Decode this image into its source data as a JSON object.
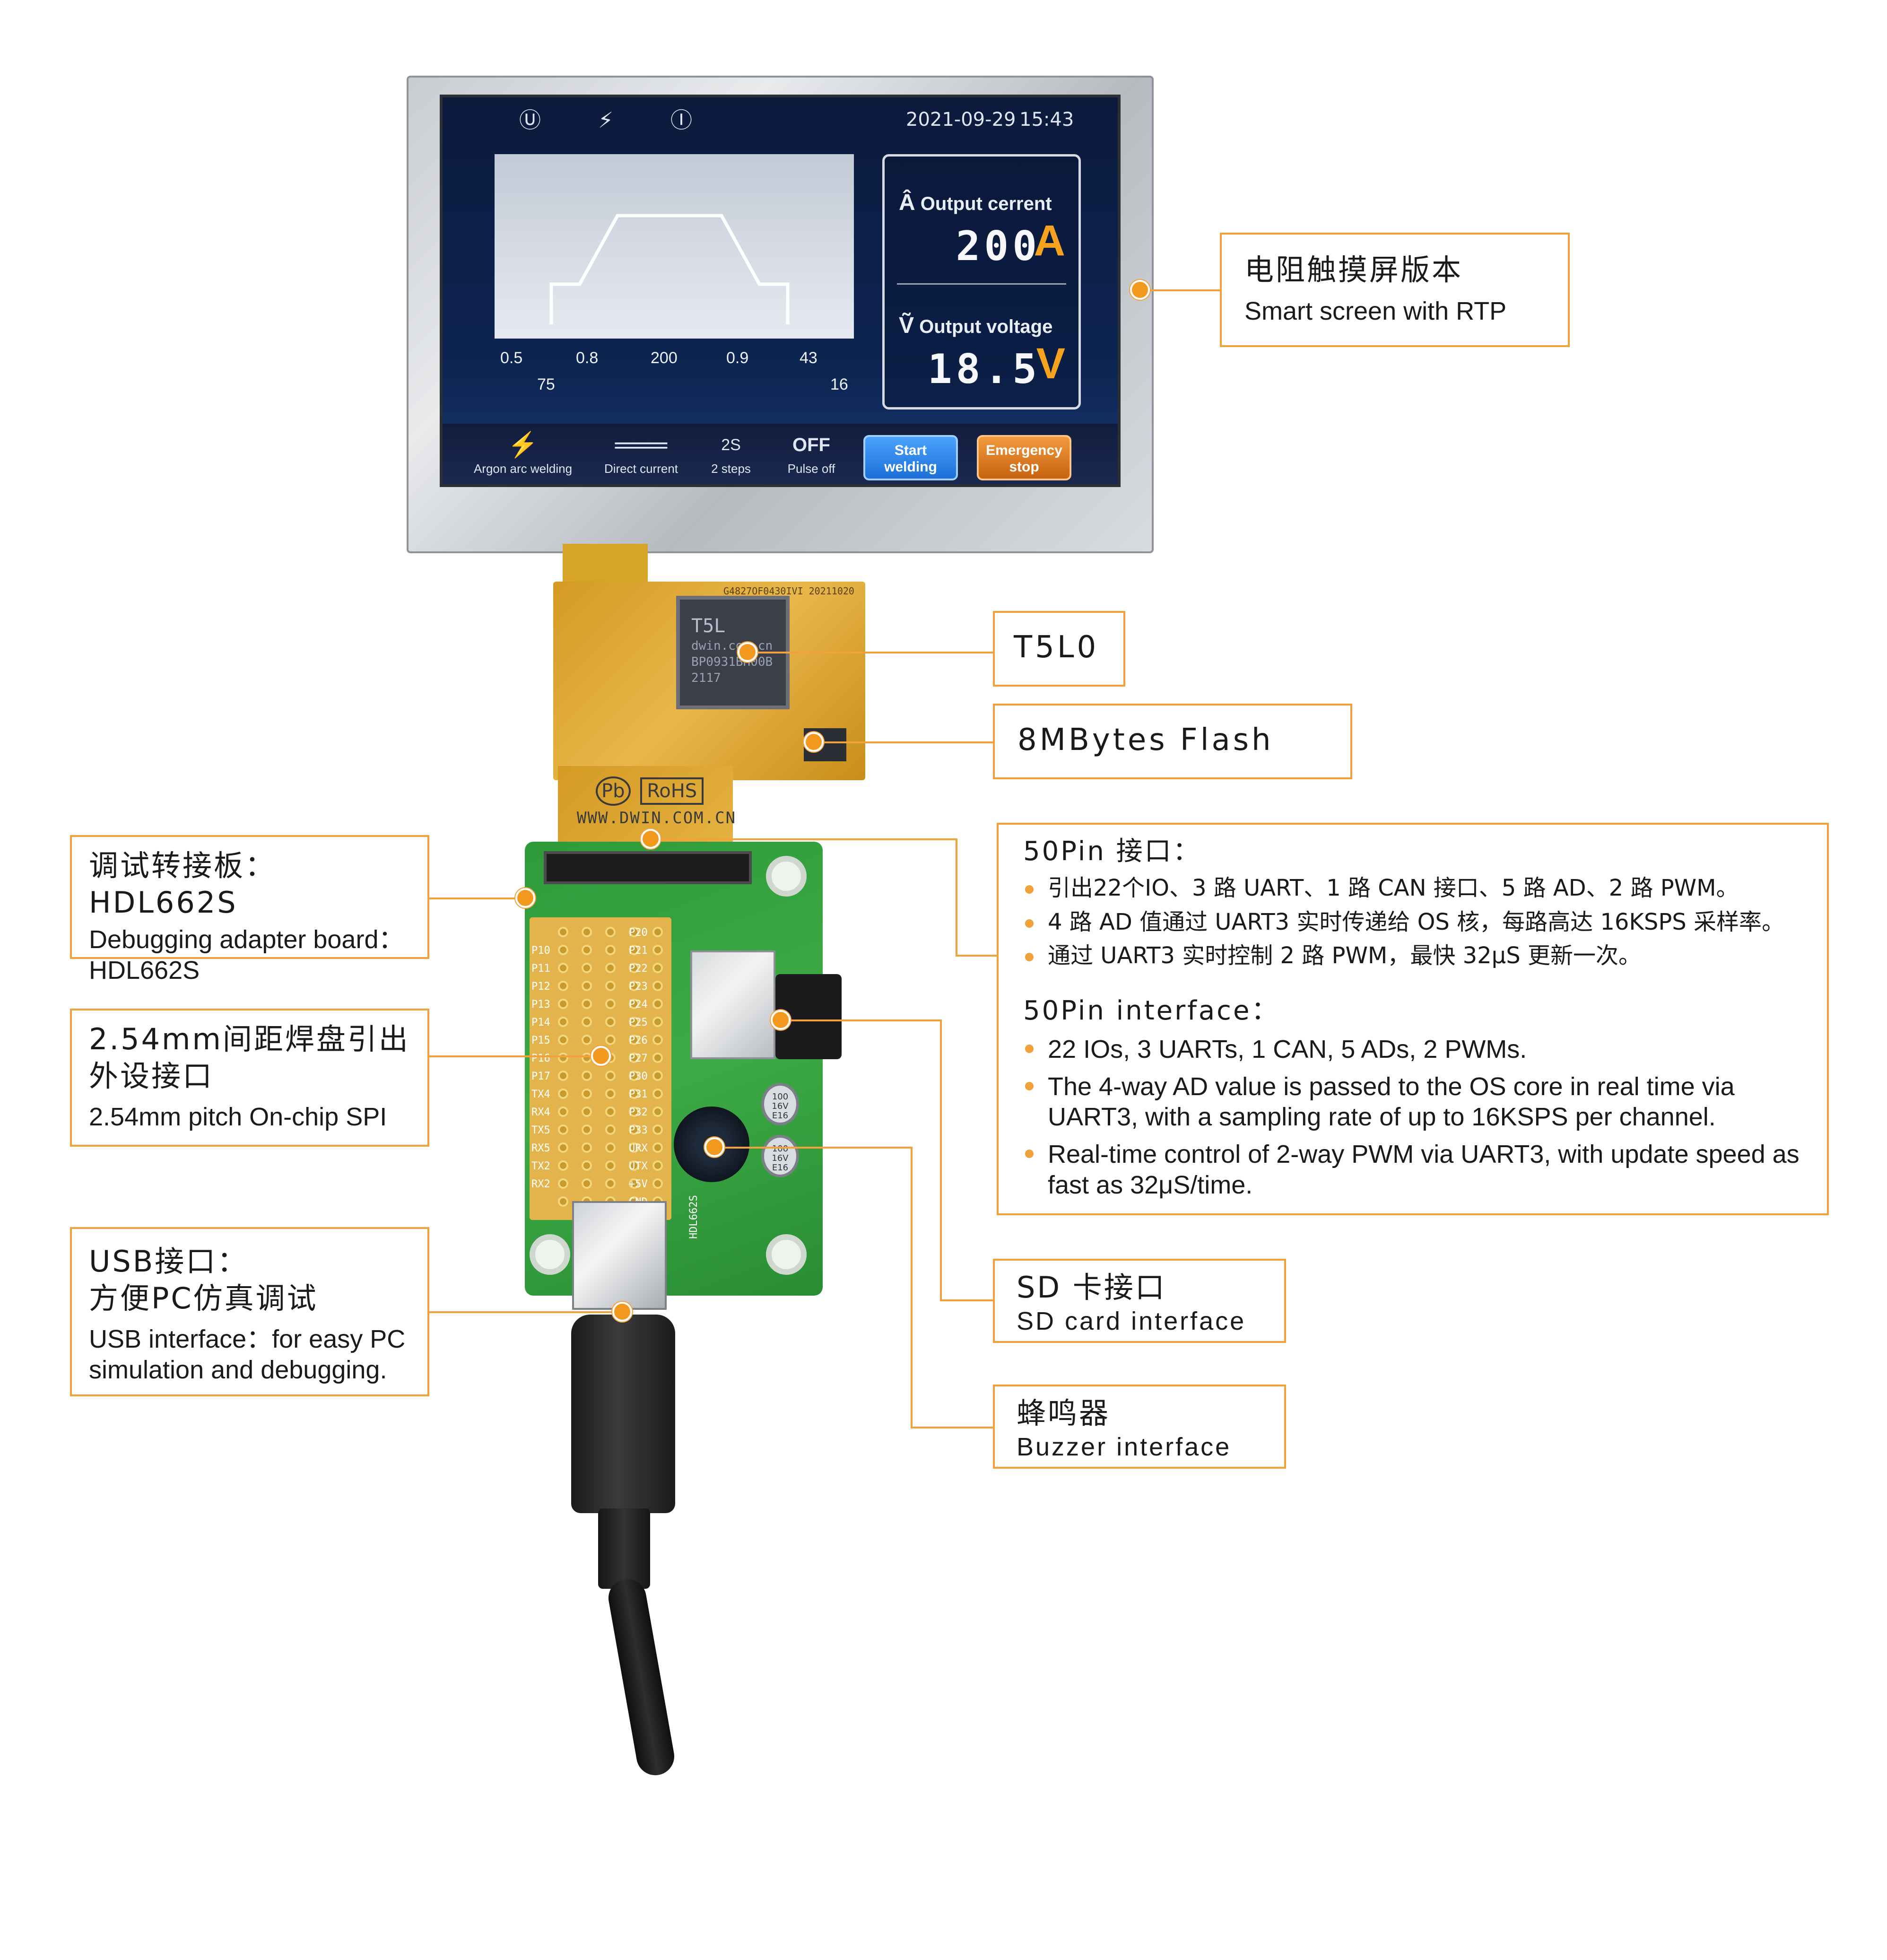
{
  "screen": {
    "date": "2021-09-29",
    "time": "15:43",
    "status_icons": [
      "voltage-icon",
      "wire-feed-icon",
      "current-icon"
    ],
    "wave_labels_top": [
      "0.5",
      "0.8",
      "200",
      "0.9",
      "43"
    ],
    "wave_labels_bottom": [
      "75",
      "16"
    ],
    "output_current_label": "Output cerrent",
    "output_current_value": "200",
    "output_current_unit": "A",
    "output_voltage_label": "Output voltage",
    "output_voltage_value": "18.5",
    "output_voltage_unit": "V",
    "toolbar": {
      "argon_label": "Argon arc welding",
      "direct_label": "Direct current",
      "steps_glyph": "2S",
      "steps_label": "2 steps",
      "pulse_glyph": "OFF",
      "pulse_label": "Pulse off",
      "start_label_1": "Start",
      "start_label_2": "welding",
      "stop_label_1": "Emergency",
      "stop_label_2": "stop"
    }
  },
  "pcb": {
    "chip_marking": [
      "T5L",
      "dwin.com.cn",
      "BP0931BH00B",
      "2117"
    ],
    "fpc_code": "G4827OF0430IVI  20211020",
    "rohs": "RoHS",
    "pb": "Pb",
    "website": "WWW.DWIN.COM.CN",
    "pin_labels_left": [
      "P10",
      "P11",
      "P12",
      "P13",
      "P14",
      "P15",
      "P16",
      "P17",
      "TX4",
      "RX4",
      "TX5",
      "RX5",
      "TX2",
      "RX2"
    ],
    "pin_labels_right": [
      "P20",
      "P21",
      "P22",
      "P23",
      "P24",
      "P25",
      "P26",
      "P27",
      "P30",
      "P31",
      "P32",
      "P33",
      "URX",
      "UTX",
      "+5V",
      "GND"
    ],
    "board_name": "HDL662S",
    "cap_marking": [
      "100",
      "16V",
      "E16"
    ]
  },
  "callouts": {
    "rtp": {
      "zh": "电阻触摸屏版本",
      "en": "Smart screen with RTP"
    },
    "t5l0": {
      "title": "T5L0"
    },
    "flash": {
      "title": "8MBytes Flash"
    },
    "pin50": {
      "zh_title": "50Pin 接口：",
      "zh_items": [
        "引出22个IO、3 路 UART、1 路 CAN 接口、5 路 AD、2 路 PWM。",
        "4 路 AD 值通过 UART3 实时传递给 OS 核，每路高达 16KSPS 采样率。",
        "通过 UART3 实时控制 2 路 PWM，最快 32μS 更新一次。"
      ],
      "en_title": "50Pin interface：",
      "en_items": [
        "22 IOs, 3 UARTs, 1 CAN, 5 ADs, 2 PWMs.",
        "The 4-way AD value is passed to the OS core in real time via UART3, with a sampling rate of up to 16KSPS per channel.",
        "Real-time control of 2-way PWM via UART3, with update speed as fast as 32μS/time."
      ]
    },
    "debug": {
      "zh": "调试转接板：HDL662S",
      "en_1": "Debugging adapter board：",
      "en_2": "HDL662S"
    },
    "pitch": {
      "zh_1": "2.54mm间距焊盘引出",
      "zh_2": "外设接口",
      "en": "2.54mm pitch On-chip SPI"
    },
    "usb": {
      "zh_1": "USB接口：",
      "zh_2": "方便PC仿真调试",
      "en_1": "USB interface：for easy PC",
      "en_2": "simulation and debugging."
    },
    "sd": {
      "zh": "SD 卡接口",
      "en": "SD card interface"
    },
    "buzzer": {
      "zh": "蜂鸣器",
      "en": "Buzzer interface"
    }
  },
  "colors": {
    "accent": "#f2a23a",
    "screen_bg": "#0d2552",
    "pcb_green": "#3cab45",
    "fpc_gold": "#d49a24",
    "start_blue": "#1b6fd6",
    "stop_orange": "#c7630f"
  }
}
